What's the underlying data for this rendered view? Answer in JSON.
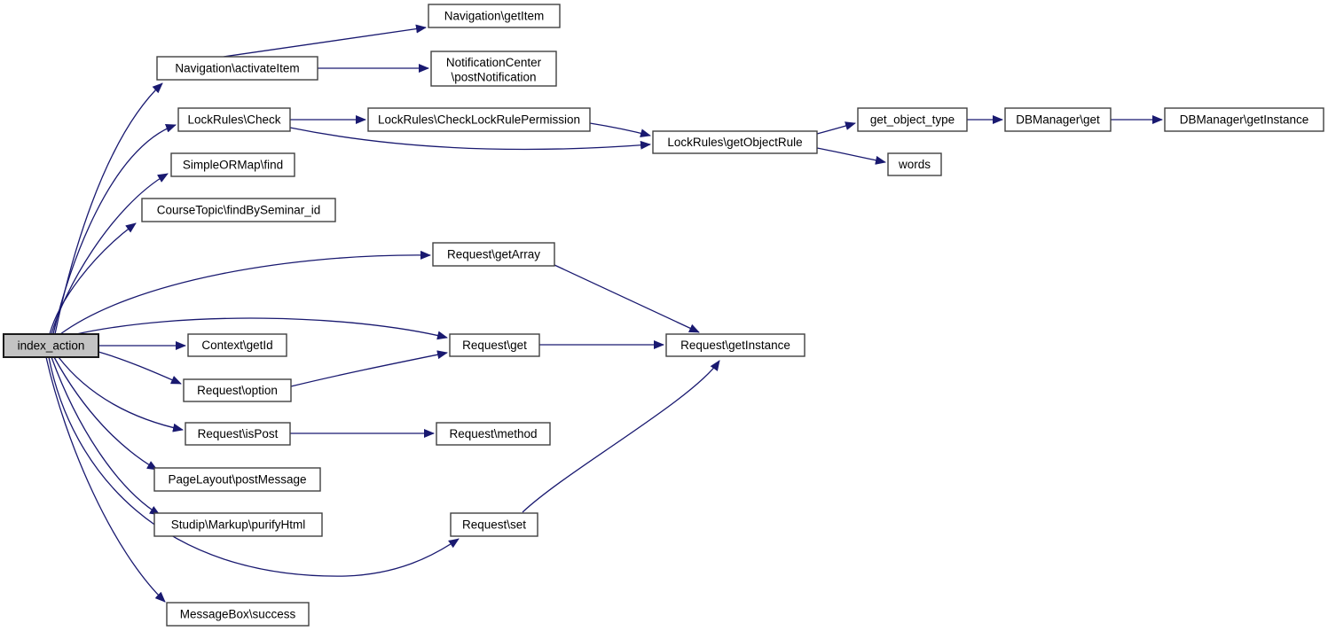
{
  "diagram": {
    "type": "call-graph",
    "focus_function": "index_action",
    "colors": {
      "background": "#ffffff",
      "edge": "#191970",
      "node_border": "#404040",
      "node_fill": "#ffffff",
      "focus_node_fill": "#c3c3c3",
      "text": "#000000"
    },
    "nodes": {
      "index_action": {
        "label": "index_action"
      },
      "navigation_activateitem": {
        "label": "Navigation\\activateItem"
      },
      "navigation_getitem": {
        "label": "Navigation\\getItem"
      },
      "notificationcenter_postnotification": {
        "label": "NotificationCenter\\postNotification",
        "line1": "NotificationCenter",
        "line2": "\\postNotification"
      },
      "lockrules_check": {
        "label": "LockRules\\Check"
      },
      "lockrules_checklockrulepermission": {
        "label": "LockRules\\CheckLockRulePermission"
      },
      "lockrules_getobjectrule": {
        "label": "LockRules\\getObjectRule"
      },
      "get_object_type": {
        "label": "get_object_type"
      },
      "dbmanager_get": {
        "label": "DBManager\\get"
      },
      "dbmanager_getinstance": {
        "label": "DBManager\\getInstance"
      },
      "words": {
        "label": "words"
      },
      "simpleormap_find": {
        "label": "SimpleORMap\\find"
      },
      "coursetopic_findbyseminar_id": {
        "label": "CourseTopic\\findBySeminar_id"
      },
      "request_getarray": {
        "label": "Request\\getArray"
      },
      "context_getid": {
        "label": "Context\\getId"
      },
      "request_get": {
        "label": "Request\\get"
      },
      "request_getinstance": {
        "label": "Request\\getInstance"
      },
      "request_option": {
        "label": "Request\\option"
      },
      "request_ispost": {
        "label": "Request\\isPost"
      },
      "request_method": {
        "label": "Request\\method"
      },
      "pagelayout_postmessage": {
        "label": "PageLayout\\postMessage"
      },
      "studip_markup_purifyhtml": {
        "label": "Studip\\Markup\\purifyHtml"
      },
      "request_set": {
        "label": "Request\\set"
      },
      "messagebox_success": {
        "label": "MessageBox\\success"
      }
    },
    "edges": [
      {
        "from": "index_action",
        "to": "Navigation\\activateItem"
      },
      {
        "from": "index_action",
        "to": "LockRules\\Check"
      },
      {
        "from": "index_action",
        "to": "SimpleORMap\\find"
      },
      {
        "from": "index_action",
        "to": "CourseTopic\\findBySeminar_id"
      },
      {
        "from": "index_action",
        "to": "Request\\getArray"
      },
      {
        "from": "index_action",
        "to": "Request\\get"
      },
      {
        "from": "index_action",
        "to": "Context\\getId"
      },
      {
        "from": "index_action",
        "to": "Request\\option"
      },
      {
        "from": "index_action",
        "to": "Request\\isPost"
      },
      {
        "from": "index_action",
        "to": "PageLayout\\postMessage"
      },
      {
        "from": "index_action",
        "to": "Studip\\Markup\\purifyHtml"
      },
      {
        "from": "index_action",
        "to": "Request\\set"
      },
      {
        "from": "index_action",
        "to": "MessageBox\\success"
      },
      {
        "from": "Navigation\\activateItem",
        "to": "Navigation\\getItem"
      },
      {
        "from": "Navigation\\activateItem",
        "to": "NotificationCenter\\postNotification"
      },
      {
        "from": "LockRules\\Check",
        "to": "LockRules\\CheckLockRulePermission"
      },
      {
        "from": "LockRules\\Check",
        "to": "LockRules\\getObjectRule"
      },
      {
        "from": "LockRules\\CheckLockRulePermission",
        "to": "LockRules\\getObjectRule"
      },
      {
        "from": "LockRules\\getObjectRule",
        "to": "get_object_type"
      },
      {
        "from": "LockRules\\getObjectRule",
        "to": "words"
      },
      {
        "from": "get_object_type",
        "to": "DBManager\\get"
      },
      {
        "from": "DBManager\\get",
        "to": "DBManager\\getInstance"
      },
      {
        "from": "Request\\getArray",
        "to": "Request\\getInstance"
      },
      {
        "from": "Request\\get",
        "to": "Request\\getInstance"
      },
      {
        "from": "Request\\option",
        "to": "Request\\get"
      },
      {
        "from": "Request\\isPost",
        "to": "Request\\method"
      },
      {
        "from": "Request\\set",
        "to": "Request\\getInstance"
      }
    ]
  }
}
